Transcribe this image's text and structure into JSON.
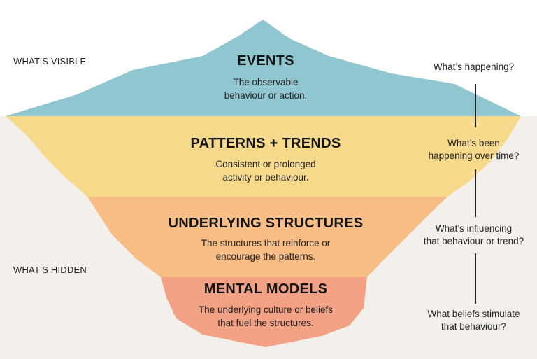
{
  "side_labels": {
    "visible": "WHAT’S VISIBLE",
    "hidden": "WHAT’S HIDDEN"
  },
  "layers": [
    {
      "title": "EVENTS",
      "description": "The observable\nbehaviour or action."
    },
    {
      "title": "PATTERNS + TRENDS",
      "description": "Consistent or prolonged\nactivity or behaviour."
    },
    {
      "title": "UNDERLYING STRUCTURES",
      "description": "The structures that reinforce or\nencourage the patterns."
    },
    {
      "title": "MENTAL MODELS",
      "description": "The underlying culture or beliefs\nthat fuel the structures."
    }
  ],
  "questions": [
    "What’s happening?",
    "What’s been\nhappening over time?",
    "What’s influencing\nthat behaviour or trend?",
    "What beliefs stimulate\nthat behaviour?"
  ],
  "colors": {
    "events": "#8fc6cf",
    "patterns": "#f6d98a",
    "structures": "#f7bd85",
    "mental_models": "#f2a184",
    "below_water": "#f3efea"
  }
}
